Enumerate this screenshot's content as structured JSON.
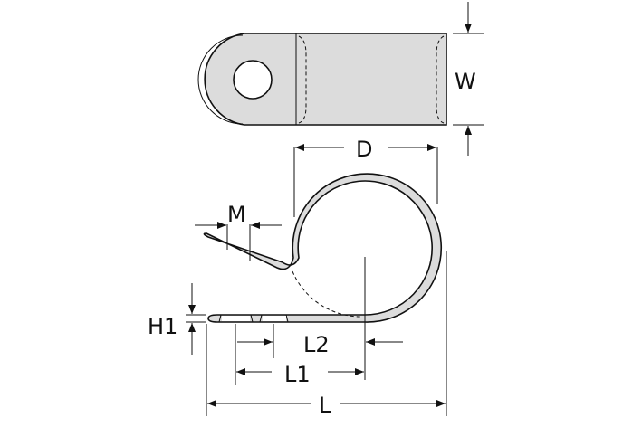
{
  "diagram": {
    "title": "P-clip dimension drawing",
    "labels": {
      "width": "W",
      "diameter": "D",
      "mounting": "M",
      "thickness": "H1",
      "length2": "L2",
      "length1": "L1",
      "length": "L"
    },
    "colors": {
      "part_fill": "#dcdcdc",
      "line": "#111111",
      "background": "#ffffff"
    }
  }
}
